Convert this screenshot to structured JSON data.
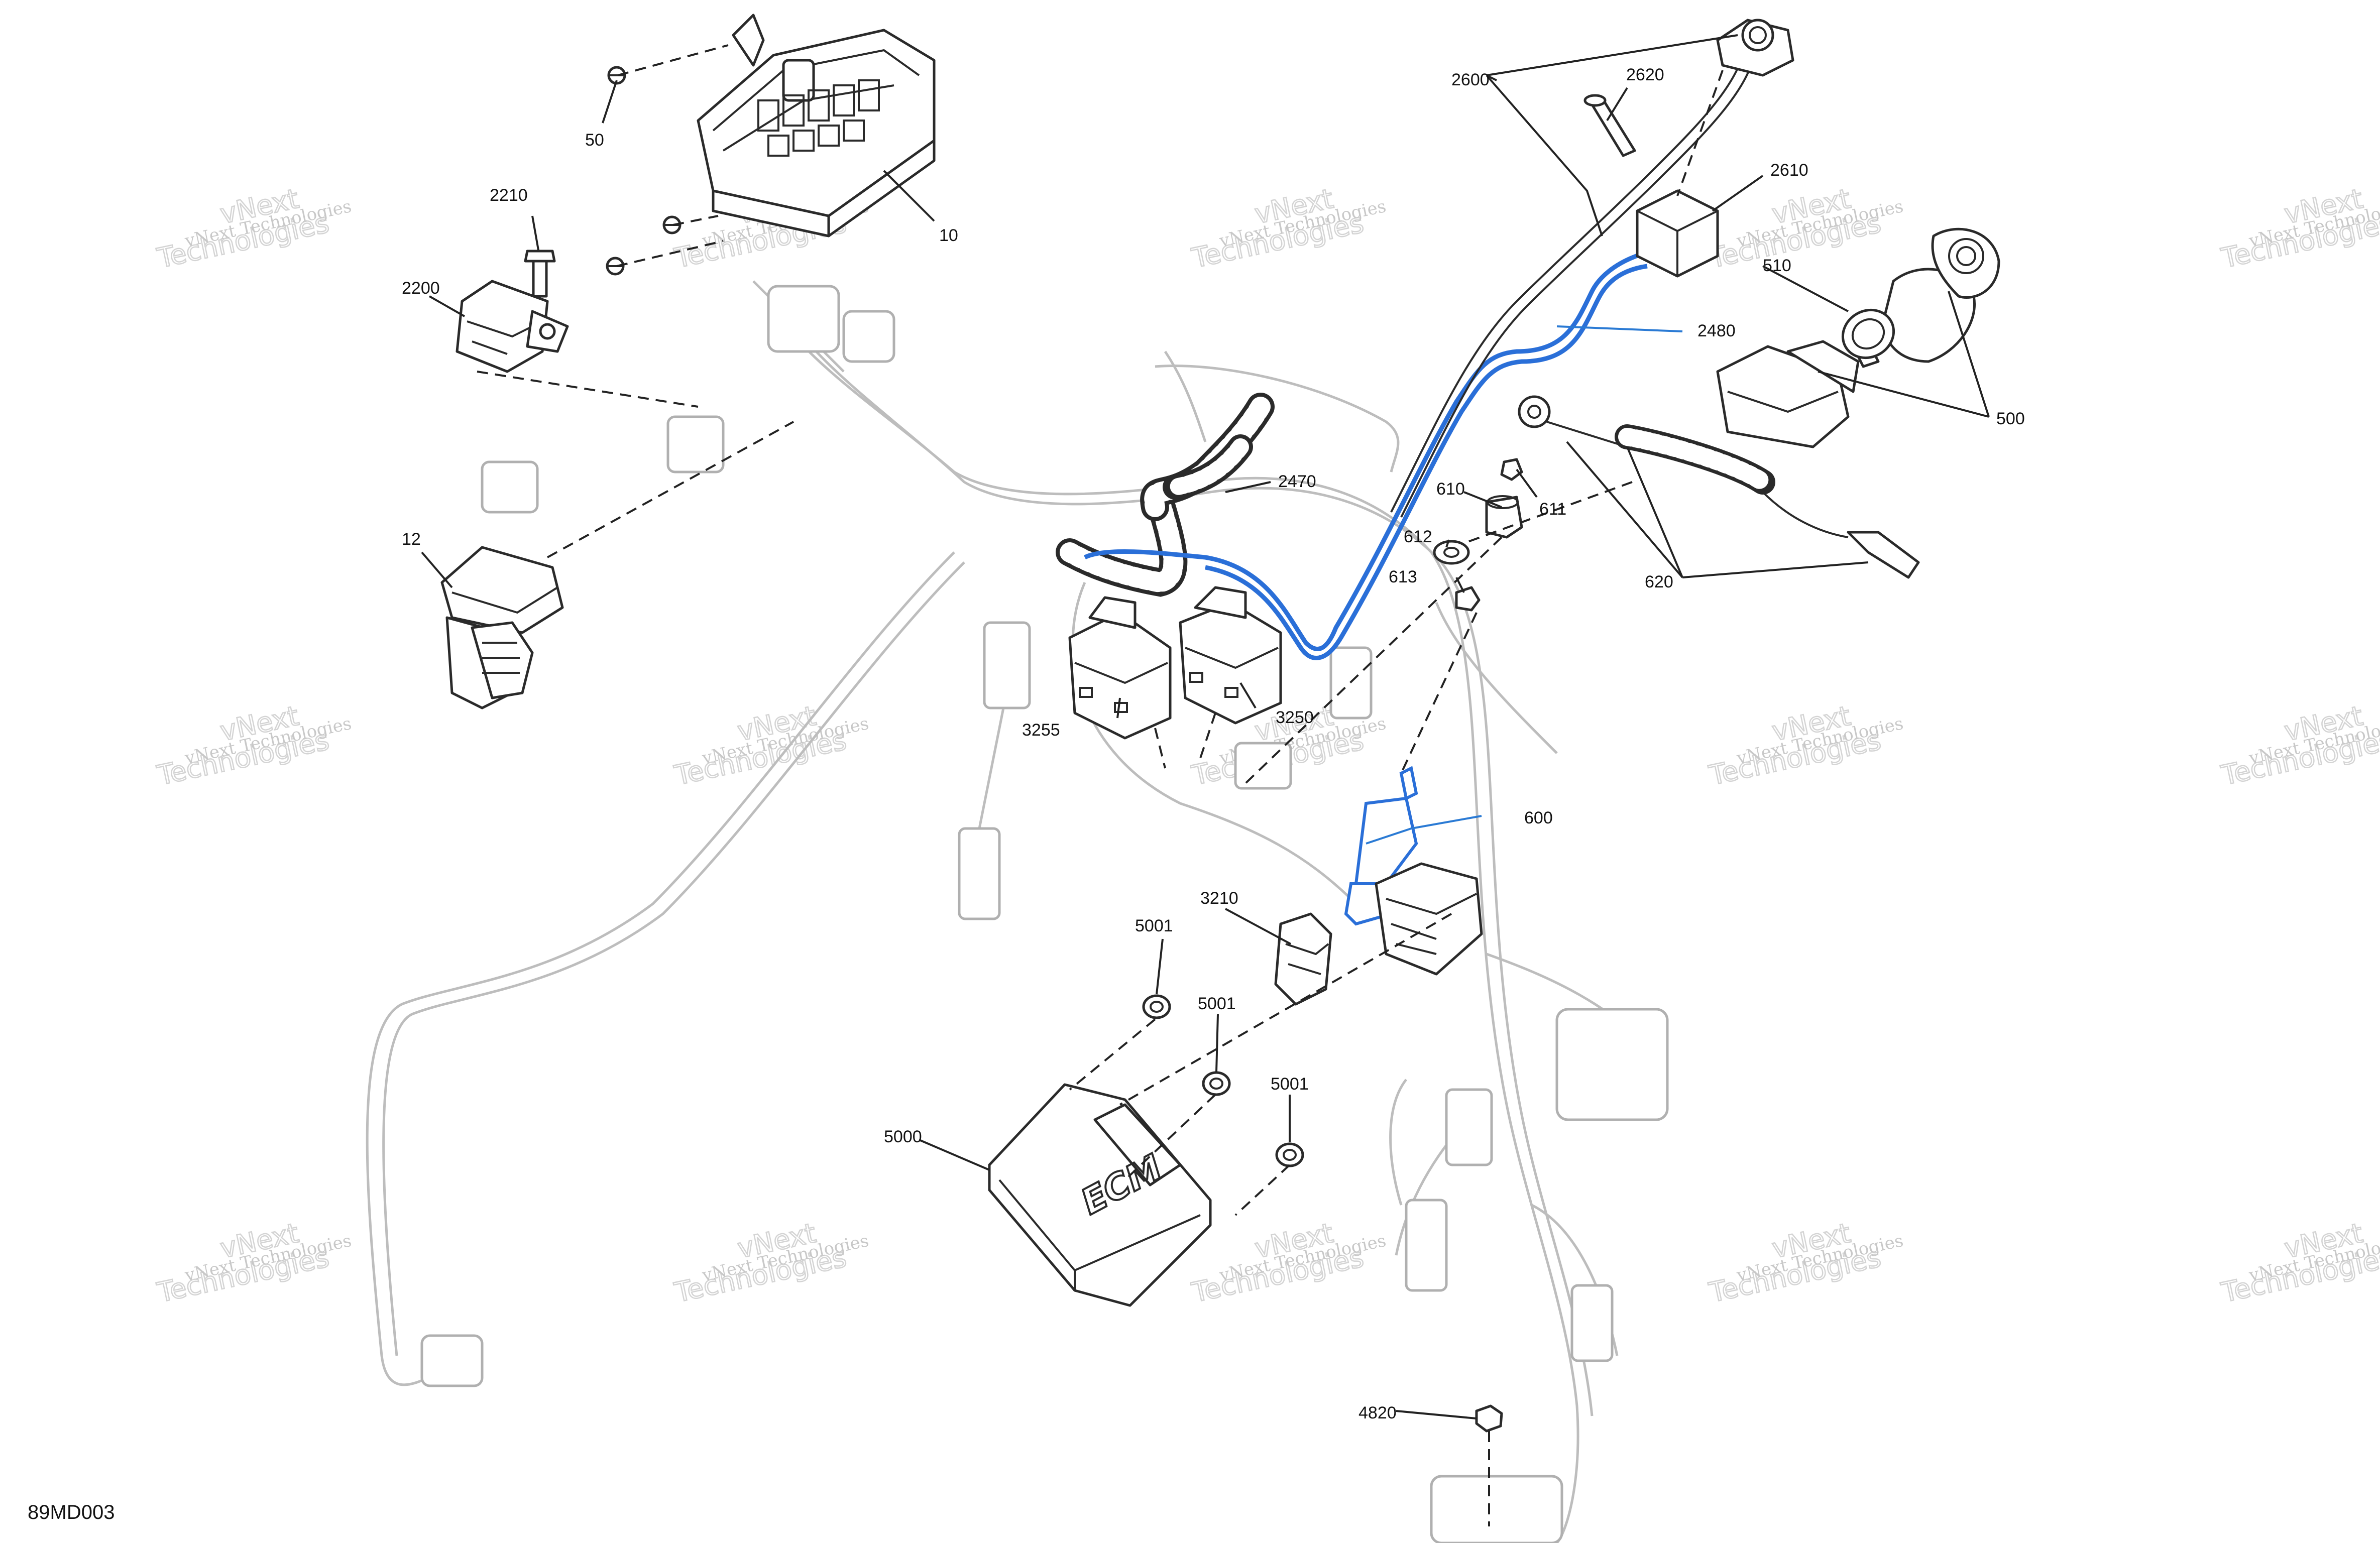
{
  "reference_code": "89MD003",
  "watermark": {
    "line1": "vNext Technologies",
    "line2": "Technologies",
    "top": "vNext"
  },
  "callouts": [
    {
      "id": "c50",
      "text": "50"
    },
    {
      "id": "c10",
      "text": "10"
    },
    {
      "id": "c2210",
      "text": "2210"
    },
    {
      "id": "c2200",
      "text": "2200"
    },
    {
      "id": "c12",
      "text": "12"
    },
    {
      "id": "c2600",
      "text": "2600"
    },
    {
      "id": "c2620",
      "text": "2620"
    },
    {
      "id": "c2610",
      "text": "2610"
    },
    {
      "id": "c510",
      "text": "510"
    },
    {
      "id": "c500",
      "text": "500"
    },
    {
      "id": "c2480",
      "text": "2480"
    },
    {
      "id": "c2470",
      "text": "2470"
    },
    {
      "id": "c610",
      "text": "610"
    },
    {
      "id": "c611",
      "text": "611"
    },
    {
      "id": "c612",
      "text": "612"
    },
    {
      "id": "c613",
      "text": "613"
    },
    {
      "id": "c620",
      "text": "620"
    },
    {
      "id": "c3255",
      "text": "3255"
    },
    {
      "id": "c3250",
      "text": "3250"
    },
    {
      "id": "c600",
      "text": "600"
    },
    {
      "id": "c3210",
      "text": "3210"
    },
    {
      "id": "c5001a",
      "text": "5001"
    },
    {
      "id": "c5001b",
      "text": "5001"
    },
    {
      "id": "c5001c",
      "text": "5001"
    },
    {
      "id": "c5000",
      "text": "5000"
    },
    {
      "id": "c4820",
      "text": "4820"
    }
  ],
  "ecm_label": "ECM",
  "colors": {
    "highlight": "#2a6fd8",
    "line": "#222222",
    "ghost": "#bdbdbd",
    "watermark": "#c8c8c8"
  }
}
